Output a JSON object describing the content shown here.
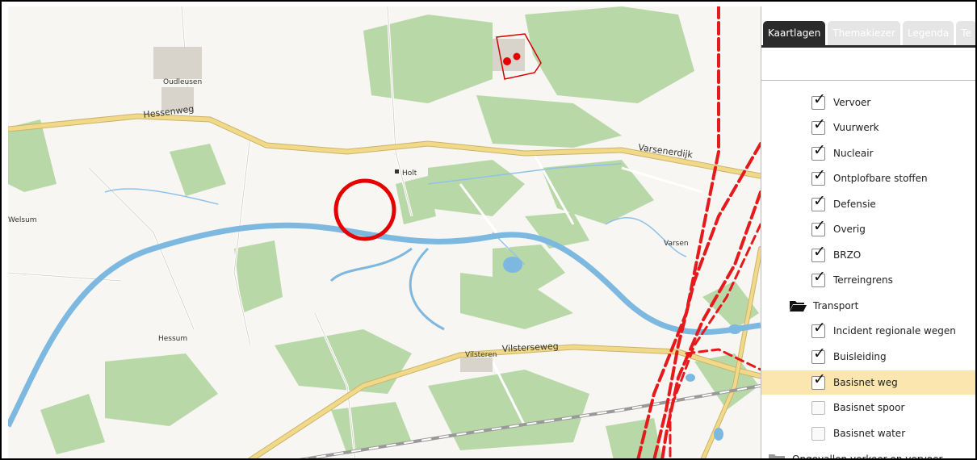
{
  "map": {
    "place_labels": {
      "oudleusen": "Oudleusen",
      "holt": "Holt",
      "welsum": "Welsum",
      "varsen": "Varsen",
      "hessum": "Hessum",
      "vilsteren": "Vilsteren"
    },
    "road_labels": {
      "hessenweg": "Hessenweg",
      "varsenerdijk": "Varsenerdijk",
      "vilsterseweg": "Vilsterseweg"
    },
    "colors": {
      "water": "#7cb8e0",
      "forest": "#b9d8a8",
      "main_road": "#f2d98a",
      "route_line": "#e41a1c",
      "highlight_circle": "#e60000",
      "railway": "#999999"
    }
  },
  "panel": {
    "tabs": [
      {
        "label": "Kaartlagen",
        "active": true
      },
      {
        "label": "Themakiezer",
        "active": false
      },
      {
        "label": "Legenda",
        "active": false
      },
      {
        "label": "Te",
        "active": false
      }
    ],
    "layers": [
      {
        "label": "Vervoer",
        "checked": true
      },
      {
        "label": "Vuurwerk",
        "checked": true
      },
      {
        "label": "Nucleair",
        "checked": true
      },
      {
        "label": "Ontplofbare stoffen",
        "checked": true
      },
      {
        "label": "Defensie",
        "checked": true
      },
      {
        "label": "Overig",
        "checked": true
      },
      {
        "label": "BRZO",
        "checked": true
      },
      {
        "label": "Terreingrens",
        "checked": true
      }
    ],
    "transport_folder": {
      "label": "Transport",
      "icon": "folder-open-icon"
    },
    "transport_layers": [
      {
        "label": "Incident regionale wegen",
        "checked": true
      },
      {
        "label": "Buisleiding",
        "checked": true
      },
      {
        "label": "Basisnet weg",
        "checked": true,
        "highlighted": true
      },
      {
        "label": "Basisnet spoor",
        "checked": false
      },
      {
        "label": "Basisnet water",
        "checked": false
      }
    ],
    "next_folder": {
      "label": "Ongevallen verkeer en vervoer",
      "icon": "folder-closed-icon"
    }
  }
}
